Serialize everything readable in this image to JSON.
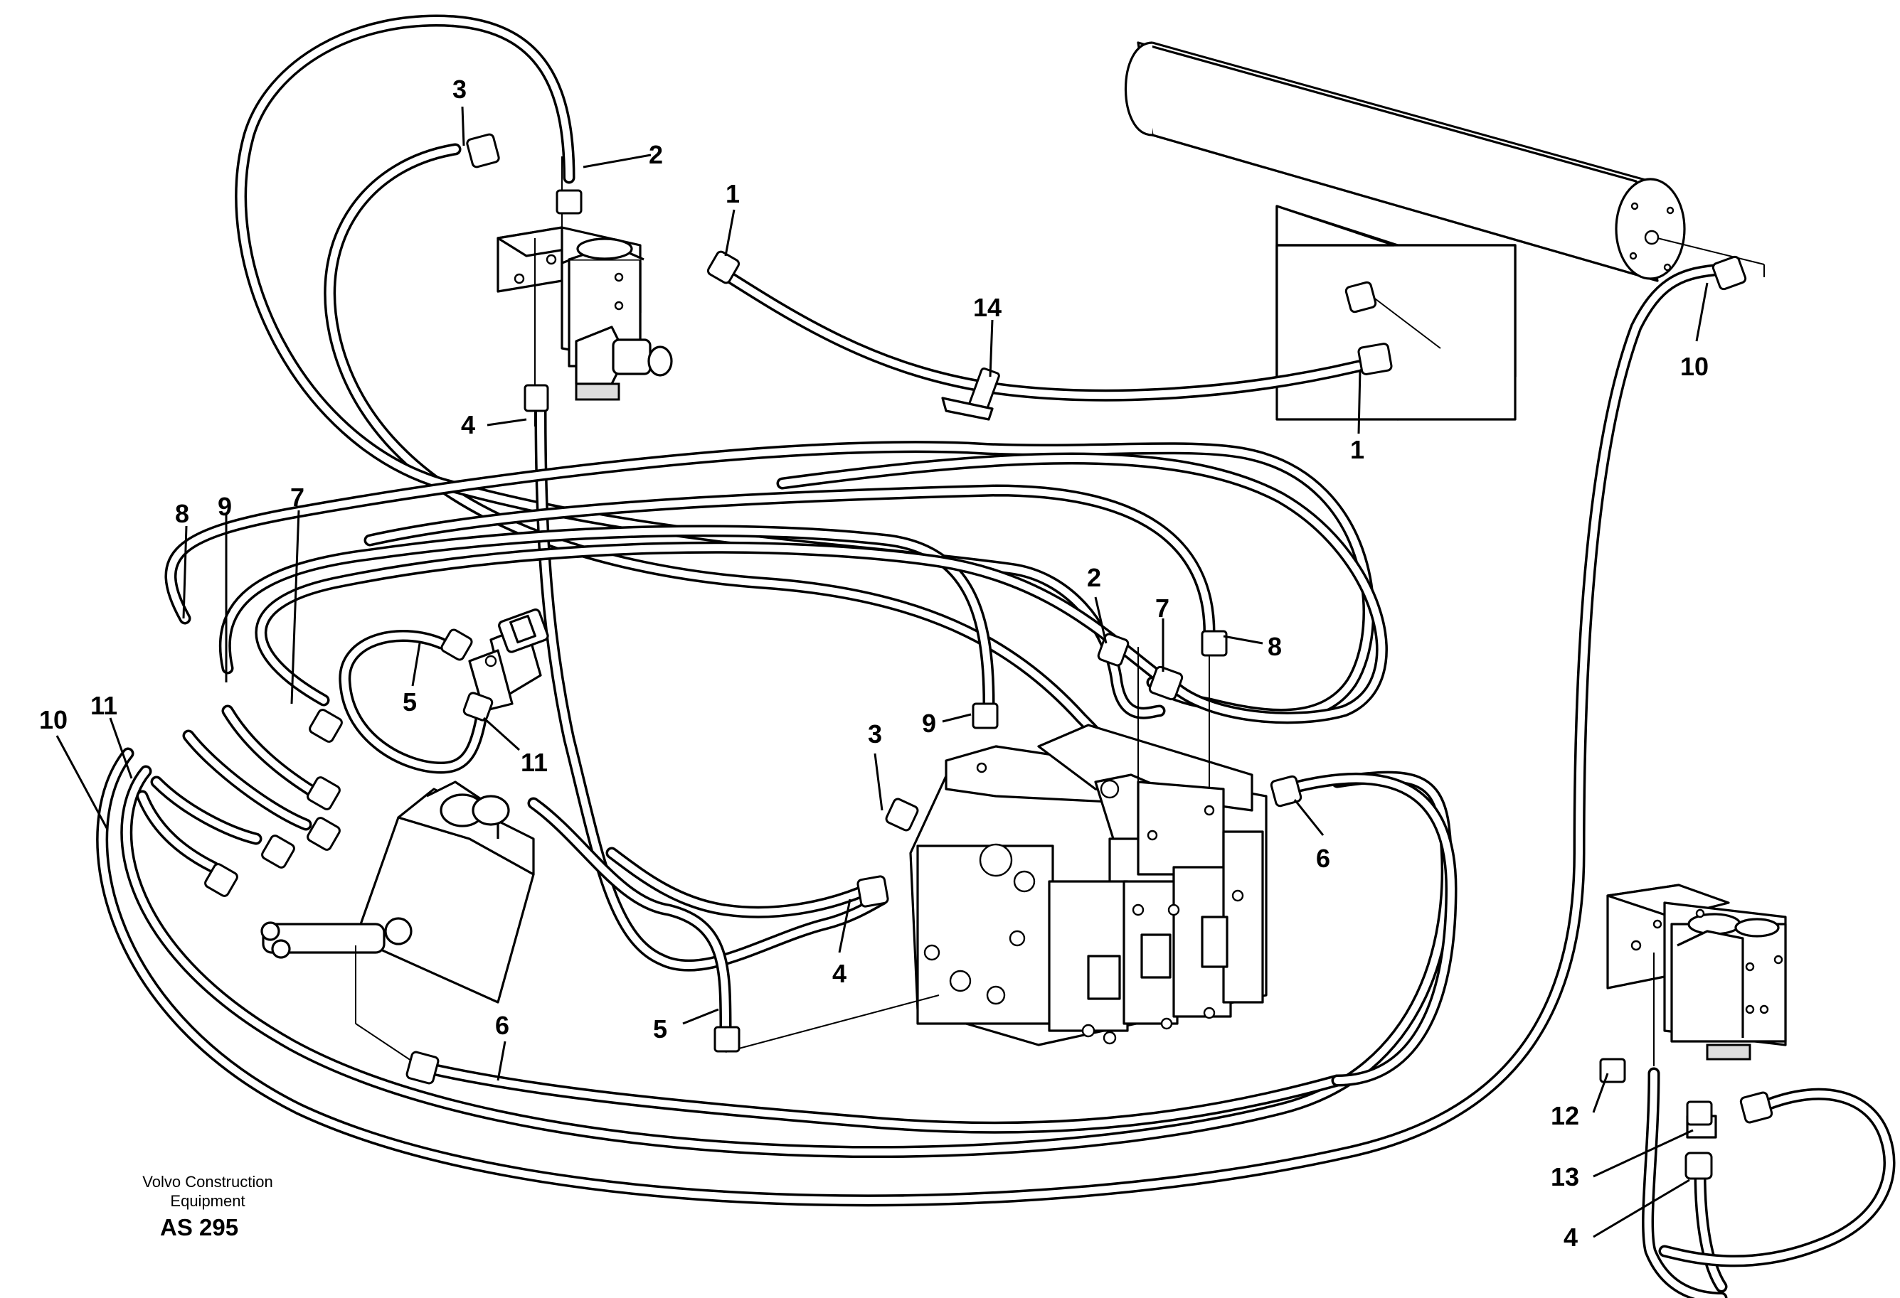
{
  "diagram": {
    "callouts": {
      "c1a": "1",
      "c1b": "1",
      "c2a": "2",
      "c2b": "2",
      "c3a": "3",
      "c3b": "3",
      "c4a": "4",
      "c4b": "4",
      "c4c": "4",
      "c5a": "5",
      "c5b": "5",
      "c6a": "6",
      "c6b": "6",
      "c7a": "7",
      "c7b": "7",
      "c8a": "8",
      "c8b": "8",
      "c9a": "9",
      "c9b": "9",
      "c10a": "10",
      "c10b": "10",
      "c11a": "11",
      "c11b": "11",
      "c12": "12",
      "c13": "13",
      "c14": "14"
    },
    "credit_line1": "Volvo Construction",
    "credit_line2": "Equipment",
    "reference_code": "AS 295"
  }
}
